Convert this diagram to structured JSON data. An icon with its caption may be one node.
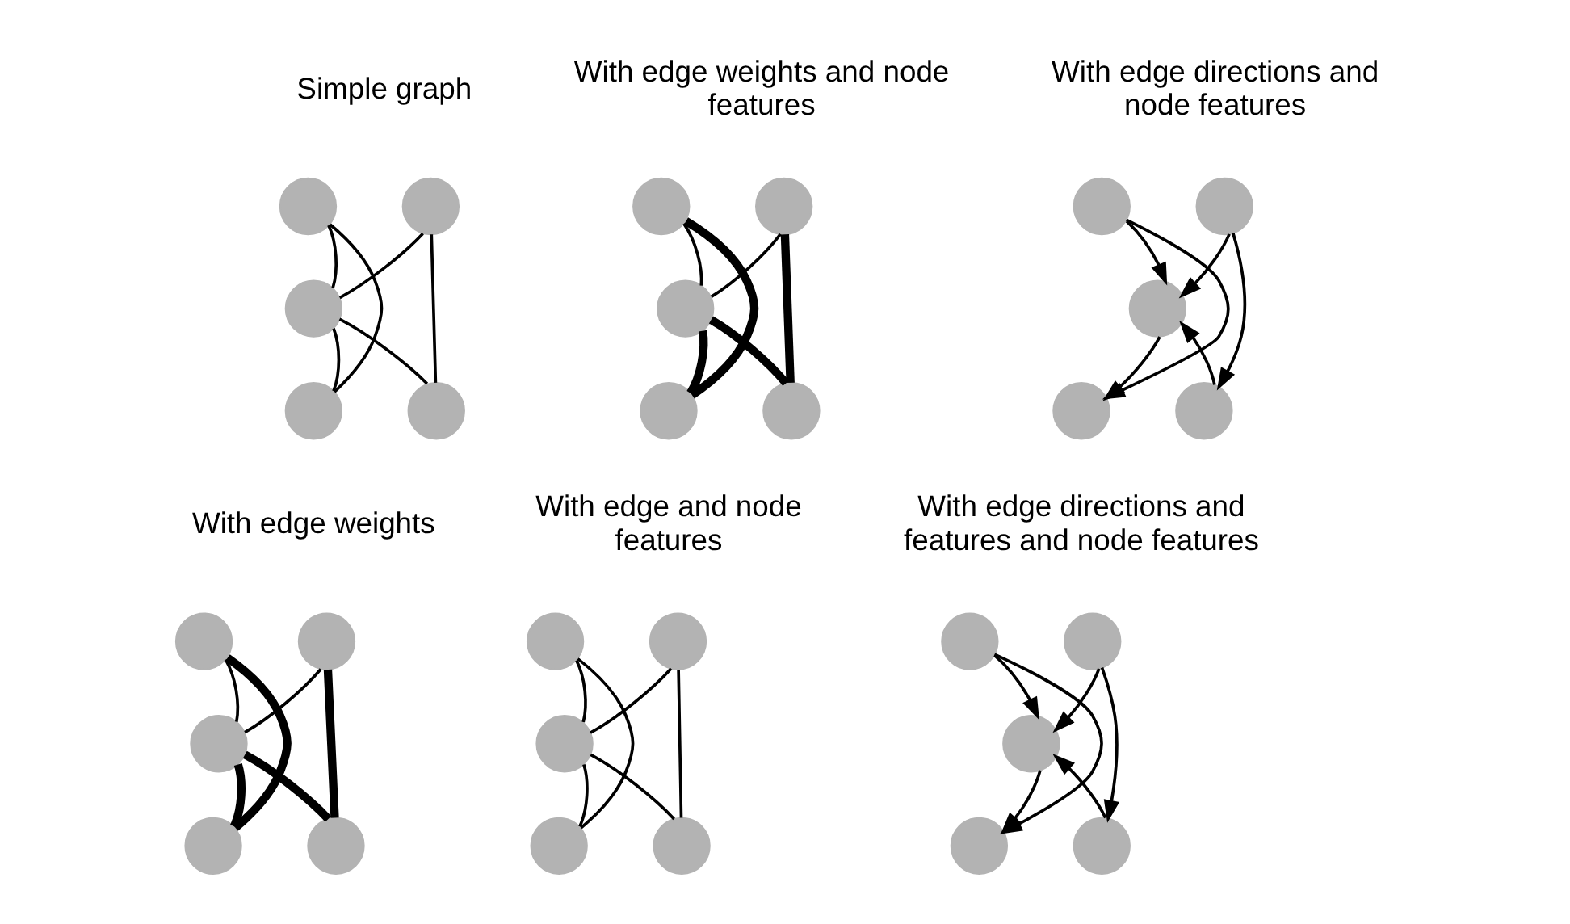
{
  "diagram": {
    "nodes": [
      {
        "text": [],
        "shape": "circle"
      },
      {
        "text": [],
        "shape": "circle"
      },
      {
        "text": [],
        "shape": "circle"
      },
      {
        "text": [],
        "shape": "circle"
      },
      {
        "text": [],
        "shape": "circle"
      },
      {
        "text": [],
        "shape": "circle"
      },
      {
        "text": [],
        "shape": "circle"
      },
      {
        "text": [],
        "shape": "circle"
      },
      {
        "text": [],
        "shape": "circle"
      },
      {
        "text": [],
        "shape": "circle"
      },
      {
        "text": [],
        "shape": "circle"
      },
      {
        "text": [],
        "shape": "circle"
      },
      {
        "text": [],
        "shape": "circle"
      },
      {
        "text": [],
        "shape": "circle"
      },
      {
        "text": [],
        "shape": "circle"
      },
      {
        "text": [],
        "shape": "circle"
      },
      {
        "text": [],
        "shape": "circle"
      },
      {
        "text": [],
        "shape": "circle"
      },
      {
        "text": [],
        "shape": "circle"
      },
      {
        "text": [],
        "shape": "circle"
      },
      {
        "text": [],
        "shape": "circle"
      },
      {
        "text": [],
        "shape": "circle"
      },
      {
        "text": [],
        "shape": "circle"
      },
      {
        "text": [],
        "shape": "circle"
      },
      {
        "text": [],
        "shape": "circle"
      },
      {
        "text": [],
        "shape": "circle"
      },
      {
        "text": [],
        "shape": "circle"
      },
      {
        "text": [],
        "shape": "circle"
      },
      {
        "text": [],
        "shape": "circle"
      },
      {
        "text": [],
        "shape": "circle"
      }
    ],
    "edges": [
      {
        "from": 0,
        "to": 3,
        "arrow": "none"
      },
      {
        "from": 0,
        "to": 2,
        "arrow": "none"
      },
      {
        "from": 1,
        "to": 2,
        "arrow": "none"
      },
      {
        "from": 1,
        "to": 4,
        "arrow": "none"
      },
      {
        "from": 2,
        "to": 3,
        "arrow": "none"
      },
      {
        "from": 2,
        "to": 4,
        "arrow": "none"
      },
      {
        "from": 5,
        "to": 8,
        "arrow": "none",
        "style": "thick"
      },
      {
        "from": 5,
        "to": 7,
        "arrow": "none"
      },
      {
        "from": 6,
        "to": 7,
        "arrow": "none"
      },
      {
        "from": 6,
        "to": 9,
        "arrow": "none",
        "style": "thick"
      },
      {
        "from": 7,
        "to": 8,
        "arrow": "none",
        "style": "thick"
      },
      {
        "from": 7,
        "to": 9,
        "arrow": "none",
        "style": "thick"
      },
      {
        "from": 10,
        "to": 13,
        "arrow": "to"
      },
      {
        "from": 10,
        "to": 12,
        "arrow": "to"
      },
      {
        "from": 11,
        "to": 12,
        "arrow": "to"
      },
      {
        "from": 11,
        "to": 14,
        "arrow": "to"
      },
      {
        "from": 12,
        "to": 13,
        "arrow": "to"
      },
      {
        "from": 14,
        "to": 12,
        "arrow": "to"
      },
      {
        "from": 15,
        "to": 18,
        "arrow": "none",
        "style": "thick"
      },
      {
        "from": 15,
        "to": 17,
        "arrow": "none"
      },
      {
        "from": 16,
        "to": 17,
        "arrow": "none"
      },
      {
        "from": 16,
        "to": 19,
        "arrow": "none",
        "style": "thick"
      },
      {
        "from": 17,
        "to": 18,
        "arrow": "none",
        "style": "thick"
      },
      {
        "from": 17,
        "to": 19,
        "arrow": "none",
        "style": "thick"
      },
      {
        "from": 20,
        "to": 23,
        "arrow": "none"
      },
      {
        "from": 20,
        "to": 22,
        "arrow": "none"
      },
      {
        "from": 21,
        "to": 22,
        "arrow": "none"
      },
      {
        "from": 21,
        "to": 24,
        "arrow": "none"
      },
      {
        "from": 22,
        "to": 23,
        "arrow": "none"
      },
      {
        "from": 22,
        "to": 24,
        "arrow": "none"
      },
      {
        "from": 25,
        "to": 28,
        "arrow": "to"
      },
      {
        "from": 25,
        "to": 27,
        "arrow": "to"
      },
      {
        "from": 26,
        "to": 27,
        "arrow": "to"
      },
      {
        "from": 26,
        "to": 29,
        "arrow": "to"
      },
      {
        "from": 27,
        "to": 28,
        "arrow": "to"
      },
      {
        "from": 29,
        "to": 27,
        "arrow": "to"
      }
    ],
    "labels": [
      "Simple graph",
      "With edge weights and node features",
      "With edge directions and node features",
      "With edge weights",
      "With edge and node features",
      "With edge directions and features and node features"
    ]
  }
}
